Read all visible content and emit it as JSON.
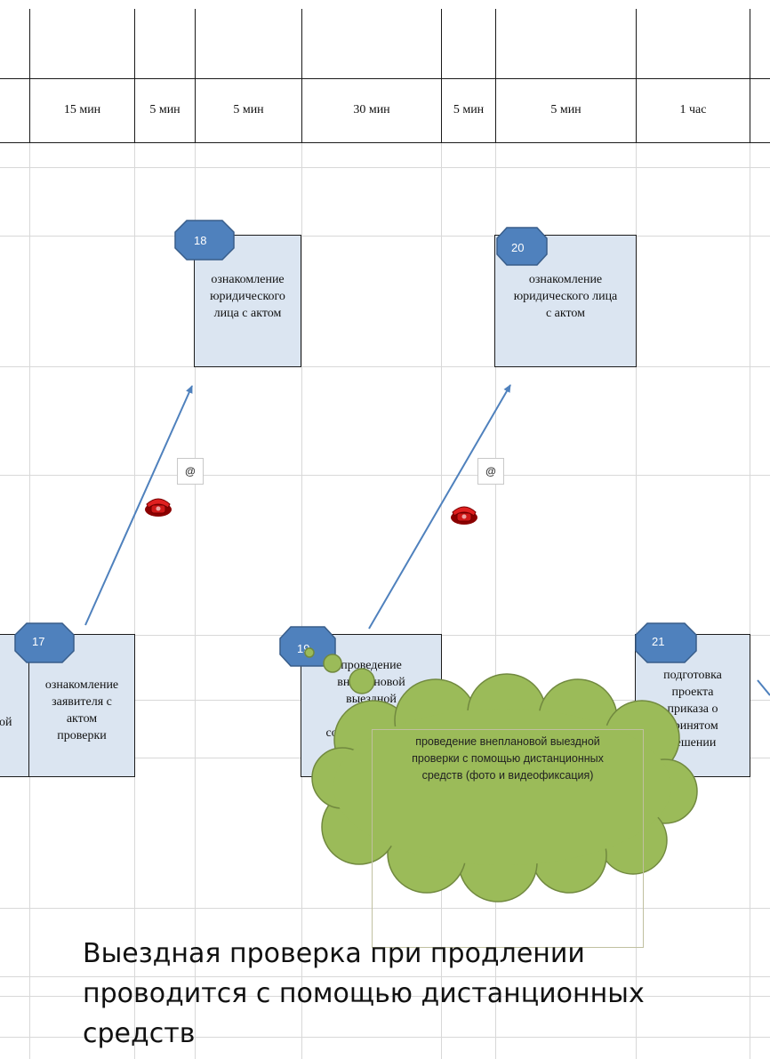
{
  "header": {
    "durations": [
      "15 мин",
      "5 мин",
      "5 мин",
      "30 мин",
      "5 мин",
      "5 мин",
      "1 час"
    ]
  },
  "steps": [
    {
      "number": "17",
      "text": "ознакомление\nзаявителя с\nактом\nпроверки"
    },
    {
      "number": "18",
      "text": "ознакомление\nюридического\nлица с актом"
    },
    {
      "number": "19",
      "text": "проведение\nвнеплановой\nвыездной\nпроверки,\nсоставление акта\nпроверки"
    },
    {
      "number": "20",
      "text": "ознакомление\nюридического лица\nс актом"
    },
    {
      "number": "21",
      "text": "подготовка\nпроекта\nприказа о\nпринятом\nрешении"
    }
  ],
  "left_partial_text": "ой",
  "email_icon_label": "@",
  "icons": {
    "email": "email-at-icon",
    "phone": "red-phone-icon"
  },
  "callout": {
    "text": "проведение внеплановой выездной\nпроверки с помощью дистанционных\nсредств (фото и видеофиксация)"
  },
  "caption": "Выездная проверка при продлении\nпроводится с помощью дистанционных\nсредств",
  "colors": {
    "box_fill": "#dbe5f1",
    "badge_fill": "#4f81bd",
    "badge_stroke": "#385d8a",
    "arrow": "#4f81bd",
    "cloud_fill": "#9bbb59",
    "cloud_stroke": "#71893f",
    "phone": "#c00000"
  }
}
